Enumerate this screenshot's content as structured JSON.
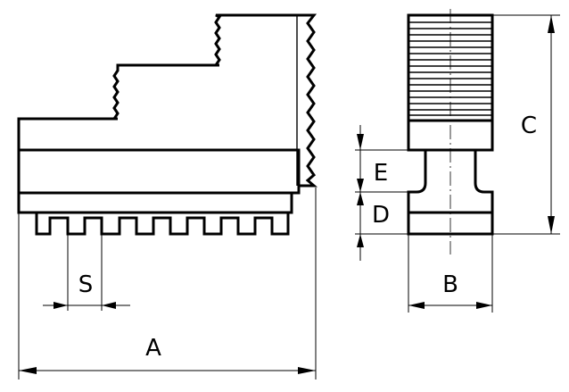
{
  "labels": {
    "a": "A",
    "b": "B",
    "c": "C",
    "d": "D",
    "e": "E",
    "s": "S"
  }
}
